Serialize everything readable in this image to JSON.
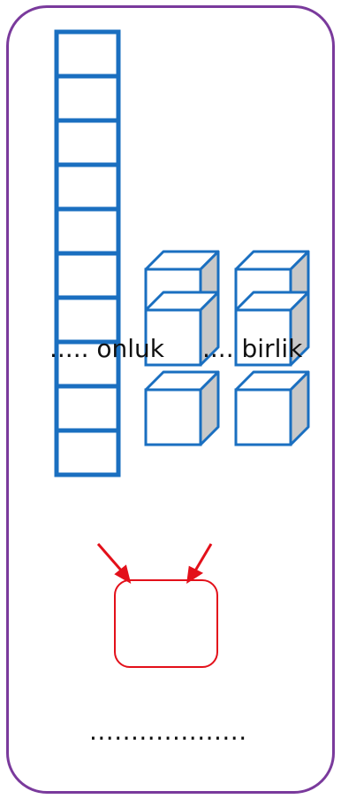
{
  "tens_label": "..... onluk",
  "ones_label": ".... birlik",
  "answer_line": "...................",
  "model": {
    "tens_rods": 1,
    "rod_units": 10,
    "unit_cubes": 6
  },
  "colors": {
    "border": "#7a3a9c",
    "block_stroke": "#1a6fc0",
    "cube_side": "#c8c8c8",
    "arrow": "#e3101a",
    "answer_box": "#e3101a"
  }
}
